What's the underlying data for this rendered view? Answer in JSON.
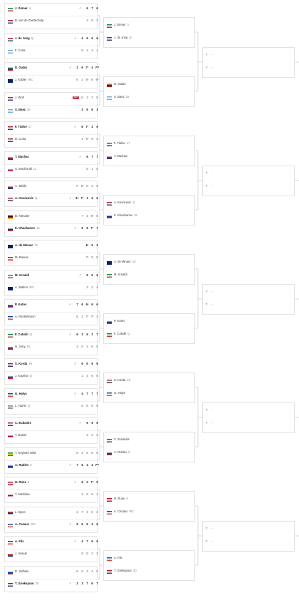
{
  "flags": {
    "ITA": [
      "#009246",
      "#ffffff",
      "#ce2b37"
    ],
    "NED": [
      "#ae1c28",
      "#ffffff",
      "#21468b"
    ],
    "ARG": [
      "#74acdf",
      "#ffffff",
      "#74acdf"
    ],
    "USA": [
      "#b22234",
      "#ffffff",
      "#3c3b6e"
    ],
    "COL": [
      "#fcd116",
      "#003893",
      "#ce1126"
    ],
    "AUS": [
      "#012169",
      "#012169",
      "#012169"
    ],
    "GBR": [
      "#012169",
      "#ffffff",
      "#c8102e"
    ],
    "CZE": [
      "#ffffff",
      "#d7141a",
      "#11457e"
    ],
    "KAZ": [
      "#00afca",
      "#00afca",
      "#00afca"
    ],
    "GER": [
      "#000000",
      "#dd0000",
      "#ffce00"
    ],
    "RUS": [
      "#ffffff",
      "#0039a6",
      "#d52b1e"
    ],
    "CAN": [
      "#ff0000",
      "#ffffff",
      "#ff0000"
    ],
    "FRA": [
      "#0055a4",
      "#ffffff",
      "#ef4135"
    ],
    "SVK": [
      "#ffffff",
      "#0b4ea2",
      "#ee1c25"
    ],
    "BRA": [
      "#009c3b",
      "#ffdf00",
      "#009c3b"
    ],
    "DEN": [
      "#c60c30",
      "#ffffff",
      "#c60c30"
    ],
    "JPN": [
      "#ffffff",
      "#bc002d",
      "#ffffff"
    ],
    "SRB": [
      "#c6363c",
      "#0c4076",
      "#ffffff"
    ],
    "BUL": [
      "#ffffff",
      "#00966e",
      "#d62612"
    ]
  },
  "round1": [
    {
      "p1": {
        "name": "J. Sinner",
        "seed": "4",
        "flag": "ITA",
        "scores": [
          "6",
          "7",
          "6"
        ],
        "win": true
      },
      "p2": {
        "name": "B. van de Zandschulp",
        "seed": "",
        "flag": "NED",
        "scores": [
          "4",
          "5",
          "3"
        ],
        "win": false
      },
      "mark": "check"
    },
    {
      "p1": {
        "name": "J. de Jong",
        "seed": "Q",
        "flag": "NED",
        "scores": [
          "4",
          "6",
          "6",
          "6"
        ],
        "win": true
      },
      "p2": {
        "name": "F. Coria",
        "seed": "",
        "flag": "ARG",
        "scores": [
          "6",
          "2",
          "3",
          "4"
        ],
        "win": false
      },
      "mark": "check"
    },
    {
      "p1": {
        "name": "D. Galan",
        "seed": "",
        "flag": "COL",
        "scores": [
          "2",
          "6",
          "7⁷",
          "4",
          "7¹⁰"
        ],
        "win": true
      },
      "p2": {
        "name": "J. Kubler",
        "seed": "WC",
        "flag": "AUS",
        "scores": [
          "6",
          "3",
          "6⁶",
          "6",
          "6⁸"
        ],
        "win": false
      },
      "mark": "check"
    },
    {
      "p1": {
        "name": "J. Wolf",
        "seed": "",
        "flag": "USA",
        "scores": [
          "6",
          "2",
          "3",
          "0"
        ],
        "win": false
      },
      "p2": {
        "name": "S. Baez",
        "seed": "26",
        "flag": "ARG",
        "scores": [
          "3",
          "6",
          "6",
          "3"
        ],
        "win": true
      },
      "mark": "ret"
    },
    {
      "p1": {
        "name": "F. Tiafoe",
        "seed": "17",
        "flag": "USA",
        "scores": [
          "6",
          "7⁷",
          "2",
          "6"
        ],
        "win": true
      },
      "p2": {
        "name": "D. Coria",
        "seed": "",
        "flag": "NED",
        "scores": [
          "4",
          "6⁵",
          "6",
          "3"
        ],
        "win": false
      },
      "mark": "check"
    },
    {
      "p1": {
        "name": "T. Machac",
        "seed": "",
        "flag": "CZE",
        "scores": [
          "6",
          "7",
          "7"
        ],
        "win": true
      },
      "p2": {
        "name": "S. Mochizuki",
        "seed": "LL",
        "flag": "JPN",
        "scores": [
          "5",
          "1",
          "5"
        ],
        "win": false
      },
      "mark": "check"
    },
    {
      "p1": {
        "name": "A. Tabilo",
        "seed": "",
        "flag": "CZE",
        "scores": [
          "7⁷",
          "6²",
          "6",
          "3",
          "6"
        ],
        "win": false
      },
      "p2": {
        "name": "A. Kovacevic",
        "seed": "Q",
        "flag": "USA",
        "scores": [
          "6⁴",
          "7⁷",
          "1",
          "6",
          "6"
        ],
        "win": true
      },
      "mark": "check"
    },
    {
      "p1": {
        "name": "D. Altmaier",
        "seed": "",
        "flag": "GER",
        "scores": [
          "7",
          "3",
          "6⁵",
          "6"
        ],
        "win": false
      },
      "p2": {
        "name": "K. Khachanov",
        "seed": "15",
        "flag": "RUS",
        "scores": [
          "6",
          "6",
          "7⁷",
          "7"
        ],
        "win": true
      },
      "mark": "check"
    },
    {
      "p1": {
        "name": "A. de Minaur",
        "seed": "10",
        "flag": "AUS",
        "scores": [
          "6³",
          "6",
          "2"
        ],
        "win": true
      },
      "p2": {
        "name": "M. Raonic",
        "seed": "",
        "flag": "CAN",
        "scores": [
          "7⁷",
          "5",
          "0"
        ],
        "win": false
      },
      "mark": "ret"
    },
    {
      "p1": {
        "name": "M. Arnaldi",
        "seed": "",
        "flag": "ITA",
        "scores": [
          "6",
          "6",
          "6"
        ],
        "win": true
      },
      "p2": {
        "name": "A. Walton",
        "seed": "WC",
        "flag": "AUS",
        "scores": [
          "2",
          "2",
          "4"
        ],
        "win": false
      },
      "mark": "check"
    },
    {
      "p1": {
        "name": "P. Kotov",
        "seed": "",
        "flag": "RUS",
        "scores": [
          "7",
          "6",
          "6³",
          "6",
          "6"
        ],
        "win": true
      },
      "p2": {
        "name": "A. Rinderknech",
        "seed": "",
        "flag": "FRA",
        "scores": [
          "5",
          "1",
          "7⁷",
          "7³",
          "3"
        ],
        "win": false
      },
      "mark": "check"
    },
    {
      "p1": {
        "name": "F. Cobolli",
        "seed": "Q",
        "flag": "ITA",
        "scores": [
          "6",
          "3",
          "6",
          "2",
          "7"
        ],
        "win": true
      },
      "p2": {
        "name": "N. Jarry",
        "seed": "19",
        "flag": "CZE",
        "scores": [
          "4",
          "6",
          "3",
          "6",
          "5"
        ],
        "win": false
      },
      "mark": "check"
    },
    {
      "p1": {
        "name": "S. Korda",
        "seed": "29",
        "flag": "USA",
        "scores": [
          "6",
          "6",
          "6",
          "6"
        ],
        "win": true
      },
      "p2": {
        "name": "J. Kopriva",
        "seed": "Q",
        "flag": "SVK",
        "scores": [
          "1",
          "4",
          "6",
          "6"
        ],
        "win": false
      },
      "mark": "check"
    },
    {
      "p1": {
        "name": "G. Halys",
        "seed": "",
        "flag": "FRA",
        "scores": [
          "4",
          "7",
          "7",
          "7"
        ],
        "win": true
      },
      "p2": {
        "name": "L. Harris",
        "seed": "Q",
        "flag": "ZAF",
        "scores": [
          "6",
          "5",
          "6",
          "6"
        ],
        "win": false
      },
      "mark": "check"
    },
    {
      "p1": {
        "name": "C. Eubanks",
        "seed": "",
        "flag": "USA",
        "scores": [
          "6",
          "6",
          "6"
        ],
        "win": true
      },
      "p2": {
        "name": "T. Daniel",
        "seed": "",
        "flag": "JPN",
        "scores": [
          "4",
          "2",
          "3"
        ],
        "win": false
      },
      "mark": "check"
    },
    {
      "p1": {
        "name": "T. Seyboth Wild",
        "seed": "",
        "flag": "BRA",
        "scores": [
          "5",
          "4",
          "6",
          "6",
          "6"
        ],
        "win": false
      },
      "p2": {
        "name": "A. Rublev",
        "seed": "6",
        "flag": "RUS",
        "scores": [
          "7",
          "6",
          "3",
          "4",
          "7¹⁰"
        ],
        "win": true
      },
      "mark": "check"
    },
    {
      "p1": {
        "name": "H. Rune",
        "seed": "8",
        "flag": "DEN",
        "scores": [
          "6",
          "4",
          "7⁷",
          "6"
        ],
        "win": true
      },
      "p2": {
        "name": "Y. Nishioka",
        "seed": "",
        "flag": "JPN",
        "scores": [
          "2",
          "6",
          "6",
          "4"
        ],
        "win": false
      },
      "mark": "check"
    },
    {
      "p1": {
        "name": "L. Djere",
        "seed": "",
        "flag": "SRB",
        "scores": [
          "2",
          "7",
          "2",
          "6",
          "2"
        ],
        "win": false
      },
      "p2": {
        "name": "A. Cazaux",
        "seed": "WC",
        "flag": "FRA",
        "scores": [
          "6",
          "6",
          "6",
          "4",
          "6"
        ],
        "win": true
      },
      "mark": "check"
    },
    {
      "p1": {
        "name": "A. Fils",
        "seed": "",
        "flag": "FRA",
        "scores": [
          "4",
          "7",
          "6",
          "6"
        ],
        "win": true
      },
      "p2": {
        "name": "J. Vesely",
        "seed": "",
        "flag": "CZE",
        "scores": [
          "6",
          "5",
          "2",
          "3"
        ],
        "win": false
      },
      "mark": "check"
    },
    {
      "p1": {
        "name": "D. Saffulin",
        "seed": "",
        "flag": "RUS",
        "scores": [
          "6",
          "6",
          "3",
          "4",
          "5"
        ],
        "win": false
      },
      "p2": {
        "name": "T. Griekspoor",
        "seed": "30",
        "flag": "NED",
        "scores": [
          "2",
          "3",
          "7",
          "6",
          "7"
        ],
        "win": true
      },
      "mark": "check"
    }
  ],
  "round2": [
    {
      "p1": {
        "name": "J. Sinner",
        "seed": "4",
        "flag": "ITA"
      },
      "p2": {
        "name": "J. de Jong",
        "seed": "Q",
        "flag": "NED"
      }
    },
    {
      "p1": {
        "name": "D. Galan",
        "seed": "",
        "flag": "COL"
      },
      "p2": {
        "name": "S. Baez",
        "seed": "26",
        "flag": "ARG"
      }
    },
    {
      "p1": {
        "name": "F. Tiafoe",
        "seed": "17",
        "flag": "USA"
      },
      "p2": {
        "name": "T. Machac",
        "seed": "",
        "flag": "CZE"
      }
    },
    {
      "p1": {
        "name": "A. Kovacevic",
        "seed": "Q",
        "flag": "USA"
      },
      "p2": {
        "name": "K. Khachanov",
        "seed": "15",
        "flag": "RUS"
      }
    },
    {
      "p1": {
        "name": "A. de Minaur",
        "seed": "10",
        "flag": "AUS"
      },
      "p2": {
        "name": "M. Arnaldi",
        "seed": "",
        "flag": "ITA"
      }
    },
    {
      "p1": {
        "name": "P. Kotov",
        "seed": "",
        "flag": "RUS"
      },
      "p2": {
        "name": "F. Cobolli",
        "seed": "Q",
        "flag": "ITA"
      }
    },
    {
      "p1": {
        "name": "S. Korda",
        "seed": "29",
        "flag": "USA"
      },
      "p2": {
        "name": "G. Halys",
        "seed": "",
        "flag": "FRA"
      }
    },
    {
      "p1": {
        "name": "C. Eubanks",
        "seed": "",
        "flag": "USA"
      },
      "p2": {
        "name": "A. Rublev",
        "seed": "6",
        "flag": "RUS"
      }
    },
    {
      "p1": {
        "name": "H. Rune",
        "seed": "8",
        "flag": "DEN"
      },
      "p2": {
        "name": "A. Cazaux",
        "seed": "WC",
        "flag": "FRA"
      }
    },
    {
      "p1": {
        "name": "A. Fils",
        "seed": "",
        "flag": "FRA"
      },
      "p2": {
        "name": "T. Griekspoor",
        "seed": "30",
        "flag": "NED"
      }
    }
  ],
  "round3": [
    {
      "p1": {
        "q": "?",
        "d": "-"
      },
      "p2": {
        "q": "?",
        "d": "-"
      }
    },
    {
      "p1": {
        "q": "?",
        "d": "-"
      },
      "p2": {
        "q": "?",
        "d": "-"
      }
    },
    {
      "p1": {
        "q": "?",
        "d": "-"
      },
      "p2": {
        "q": "?",
        "d": "-"
      }
    },
    {
      "p1": {
        "q": "?",
        "d": "-"
      },
      "p2": {
        "q": "?",
        "d": "-"
      }
    },
    {
      "p1": {
        "q": "?",
        "d": "-"
      },
      "p2": {
        "q": "?",
        "d": "-"
      }
    }
  ],
  "icons": {
    "check": "check-icon",
    "ret": "retired-badge",
    "retired_label": "RET"
  }
}
